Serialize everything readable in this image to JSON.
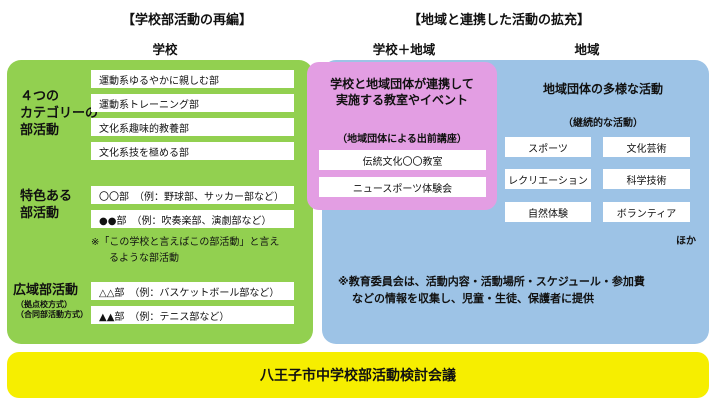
{
  "headers": {
    "left": "【学校部活動の再編】",
    "right": "【地域と連携した活動の拡充】"
  },
  "columns": {
    "school": "学校",
    "school_region": "学校＋地域",
    "region": "地域"
  },
  "school": {
    "categories": {
      "title": "４つの\nカテゴリーの部活動",
      "title_line1": "４つの",
      "title_line2": "カテゴリーの",
      "title_line3": "部活動",
      "items": [
        "運動系ゆるやかに親しむ部",
        "運動系トレーニング部",
        "文化系趣味的教養部",
        "文化系技を極める部"
      ]
    },
    "special": {
      "title_line1": "特色ある",
      "title_line2": "部活動",
      "items": [
        "〇〇部　（例：野球部、サッカー部など）",
        "●●部　（例：吹奏楽部、演劇部など）"
      ],
      "note_line1": "※「この学校と言えばこの部活動」と言え",
      "note_line2": "るような部活動"
    },
    "wide": {
      "title": "広域部活動",
      "sub1": "（拠点校方式）",
      "sub2": "（合同部活動方式）",
      "items": [
        "△△部　（例：バスケットボール部など）",
        "▲▲部　（例：テニス部など）"
      ]
    }
  },
  "school_region": {
    "title_line1": "学校と地域団体が連携して",
    "title_line2": "実施する教室やイベント",
    "subtitle": "（地域団体による出前講座）",
    "items": [
      "伝統文化〇〇教室",
      "ニュースポーツ体験会"
    ]
  },
  "region": {
    "title": "地域団体の多様な活動",
    "subtitle": "（継続的な活動）",
    "items": [
      "スポーツ",
      "文化芸術",
      "レクリエーション",
      "科学技術",
      "自然体験",
      "ボランティア"
    ],
    "etc": "ほか",
    "note_line1": "※教育委員会は、活動内容・活動場所・スケジュール・参加費",
    "note_line2": "などの情報を収集し、児童・生徒、保護者に提供"
  },
  "footer": "八王子市中学校部活動検討会議",
  "colors": {
    "green": "#92d050",
    "blue": "#9dc3e6",
    "pink": "#e39ee3",
    "yellow": "#f6ee00"
  }
}
